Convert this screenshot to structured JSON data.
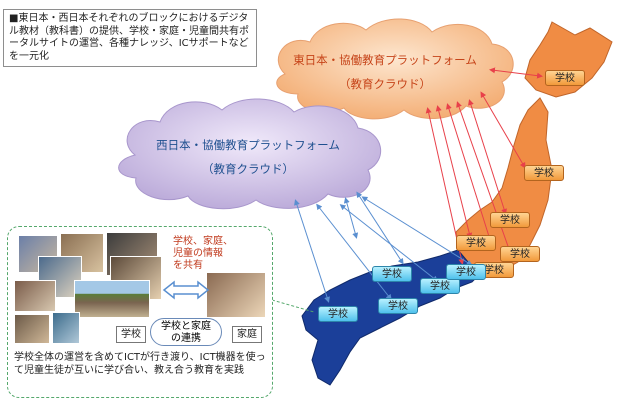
{
  "note_text": "■東日本・西日本それぞれのブロックにおけるデジタル教材（教科書）の提供、学校・家庭・児童間共有ポータルサイトの運営、各種ナレッジ、ICサポートなどを一元化",
  "cloud_east": {
    "title": "東日本・協働教育プラットフォーム",
    "subtitle": "（教育クラウド）"
  },
  "cloud_west": {
    "title": "西日本・協働教育プラットフォーム",
    "subtitle": "（教育クラウド）"
  },
  "school_label": "学校",
  "panel": {
    "info_line1": "学校、家庭、",
    "info_line2": "児童の情報",
    "info_line3": "を共有",
    "school_tag": "学校",
    "home_tag": "家庭",
    "link_line1": "学校と家庭",
    "link_line2": "の連携",
    "description": "学校全体の運営を含めてICTが行き渡り、ICT機器を使って児童生徒が互いに学び合い、教え合う教育を実践"
  },
  "colors": {
    "east_arrow": "#e8404a",
    "west_arrow": "#5a8fd0",
    "east_land": "#f08c44",
    "west_land": "#1b3f99",
    "cloud_east": "#f9c9a1",
    "cloud_west": "#dcd0ee"
  }
}
